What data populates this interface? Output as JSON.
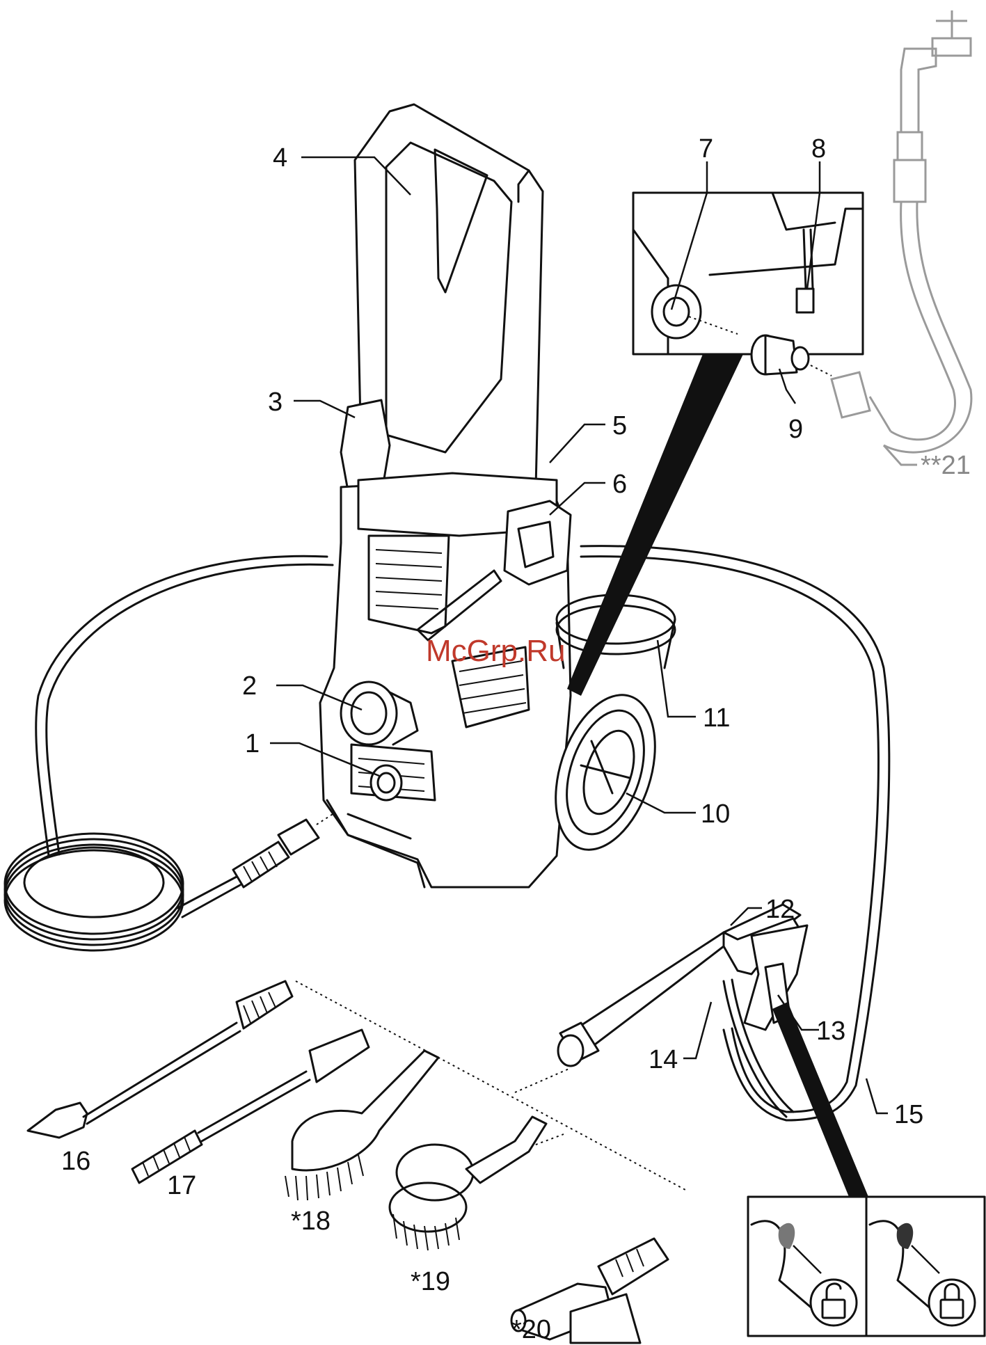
{
  "watermark": "McGrp.Ru",
  "callouts": [
    {
      "id": "1",
      "text": "1"
    },
    {
      "id": "2",
      "text": "2"
    },
    {
      "id": "3",
      "text": "3"
    },
    {
      "id": "4",
      "text": "4"
    },
    {
      "id": "5",
      "text": "5"
    },
    {
      "id": "6",
      "text": "6"
    },
    {
      "id": "7",
      "text": "7"
    },
    {
      "id": "8",
      "text": "8"
    },
    {
      "id": "9",
      "text": "9"
    },
    {
      "id": "10",
      "text": "10"
    },
    {
      "id": "11",
      "text": "11"
    },
    {
      "id": "12",
      "text": "12"
    },
    {
      "id": "13",
      "text": "13"
    },
    {
      "id": "14",
      "text": "14"
    },
    {
      "id": "15",
      "text": "15"
    },
    {
      "id": "16",
      "text": "16"
    },
    {
      "id": "17",
      "text": "17"
    },
    {
      "id": "18",
      "text": "*18"
    },
    {
      "id": "19",
      "text": "*19"
    },
    {
      "id": "20",
      "text": "*20"
    },
    {
      "id": "21",
      "text": "**21"
    }
  ],
  "lock_icons": [
    {
      "id": "unlock",
      "icon": "unlocked-padlock-icon"
    },
    {
      "id": "lock",
      "icon": "locked-padlock-icon"
    }
  ]
}
